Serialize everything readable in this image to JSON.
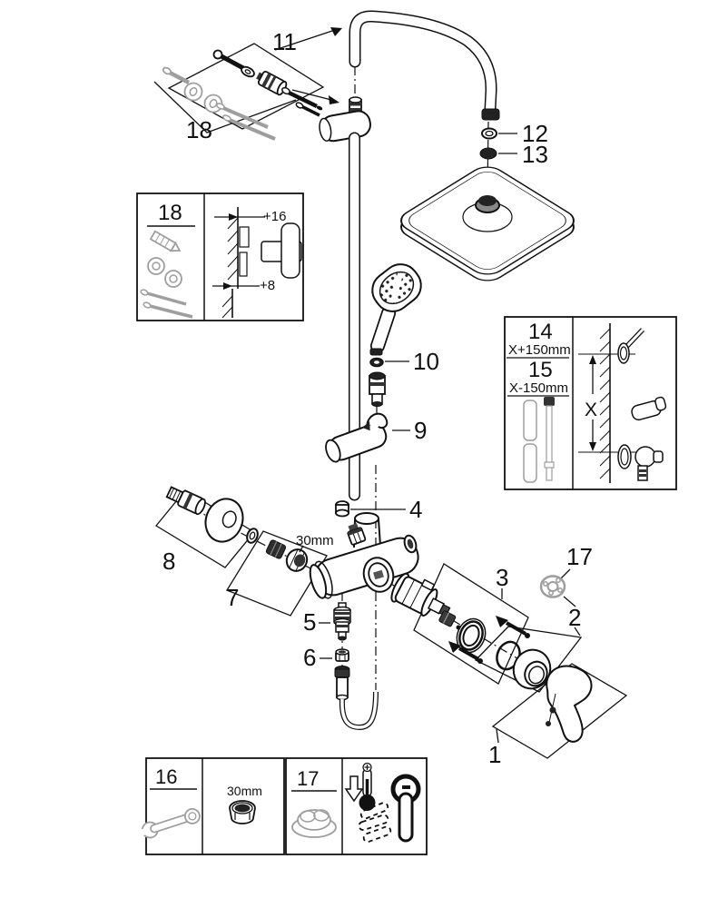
{
  "diagram": {
    "type": "exploded-parts-technical-diagram",
    "subject": "shower-system-with-head-shower-hand-shower-and-single-lever-mixer",
    "colors": {
      "line": "#111111",
      "alt_parts": "#9e9e9e",
      "background": "#ffffff"
    },
    "parts": {
      "p1": "1",
      "p2": "2",
      "p3": "3",
      "p4": "4",
      "p5": "5",
      "p6": "6",
      "p7": "7",
      "p8": "8",
      "p9": "9",
      "p10": "10",
      "p11": "11",
      "p12": "12",
      "p13": "13",
      "p17": "17",
      "p18": "18"
    },
    "dims": {
      "nut_size": "30mm"
    },
    "inset_wall": {
      "title": "18",
      "offset_a": "+16",
      "offset_b": "+8"
    },
    "inset_rail": {
      "part_a": "14",
      "dim_a": "X+150mm",
      "part_b": "15",
      "dim_b": "X-150mm",
      "axis": "X"
    },
    "inset_wrench": {
      "title": "16",
      "size": "30mm"
    },
    "inset_tool": {
      "title": "17"
    }
  }
}
